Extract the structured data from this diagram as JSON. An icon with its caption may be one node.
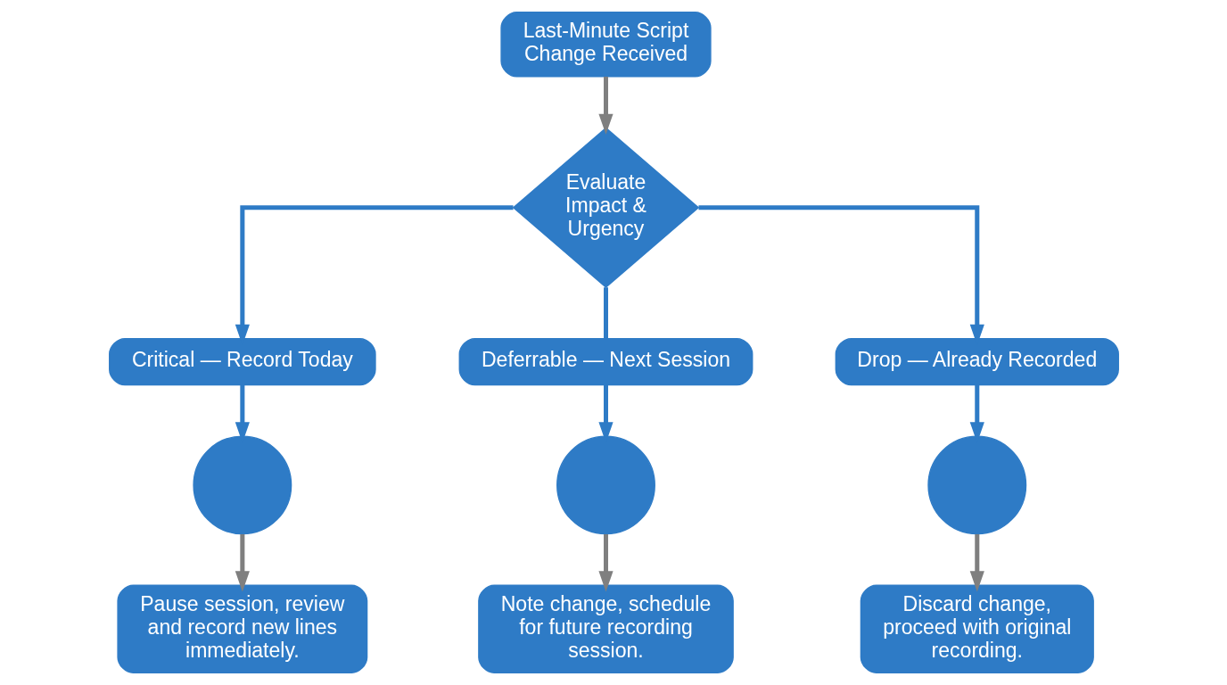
{
  "diagram": {
    "nodes": [
      {
        "text": [
          "Last-Minute Script Change Received"
        ]
      },
      {
        "text": [
          "Evaluate Impact & Urgency"
        ]
      },
      {
        "text": [
          "Critical — Record Today"
        ]
      },
      {
        "text": [
          "Drop — Already Recorded"
        ]
      },
      {
        "text": [
          "Deferrable — Next Session"
        ]
      },
      {
        "text": [],
        "shape": "circle"
      },
      {
        "text": [],
        "shape": "circle"
      },
      {
        "text": [],
        "shape": "circle"
      },
      {
        "text": [
          "Pause session, review and record new lines immediately."
        ]
      },
      {
        "text": [
          "Note change, schedule for future recording session."
        ]
      },
      {
        "text": [
          "Discard change, proceed with original recording."
        ]
      }
    ],
    "edges": [
      {
        "from": 0,
        "to": 1,
        "arrow": "to",
        "color": "#7f7f7f"
      },
      {
        "from": 1,
        "to": 2,
        "arrow": "to"
      },
      {
        "from": 1,
        "to": 4,
        "arrow": "none"
      },
      {
        "from": 1,
        "to": 3,
        "arrow": "to"
      },
      {
        "from": 2,
        "to": 5,
        "arrow": "to"
      },
      {
        "from": 4,
        "to": 6,
        "arrow": "to"
      },
      {
        "from": 3,
        "to": 7,
        "arrow": "to"
      },
      {
        "from": 5,
        "to": 8,
        "arrow": "to",
        "color": "#7f7f7f"
      },
      {
        "from": 6,
        "to": 9,
        "arrow": "to",
        "color": "#7f7f7f"
      },
      {
        "from": 7,
        "to": 10,
        "arrow": "to",
        "color": "#7f7f7f"
      }
    ]
  }
}
